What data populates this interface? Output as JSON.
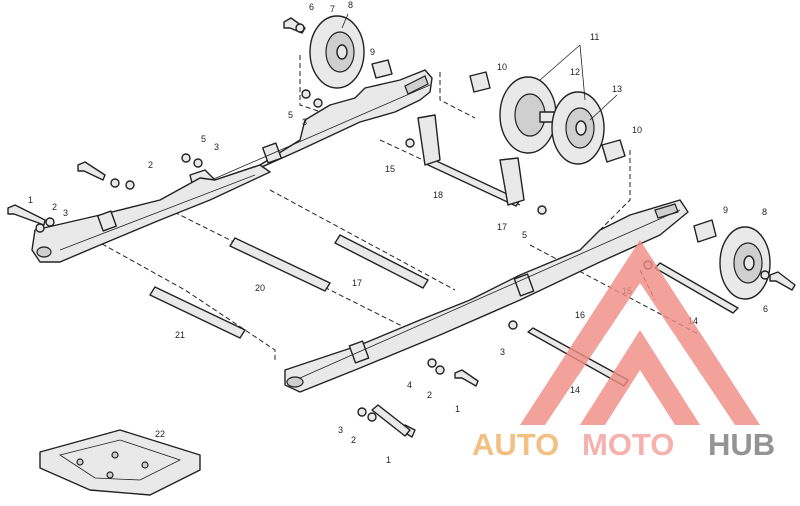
{
  "callouts": {
    "c1_a": "1",
    "c1_b": "1",
    "c1_c": "1",
    "c2_a": "2",
    "c2_b": "2",
    "c2_c": "2",
    "c2_d": "2",
    "c3_a": "3",
    "c3_b": "3",
    "c3_c": "3",
    "c3_d": "3",
    "c3_e": "3",
    "c4": "4",
    "c5_a": "5",
    "c5_b": "5",
    "c5_c": "5",
    "c6_a": "6",
    "c6_b": "6",
    "c7": "7",
    "c8_a": "8",
    "c8_b": "8",
    "c9_a": "9",
    "c9_b": "9",
    "c10_a": "10",
    "c10_b": "10",
    "c11": "11",
    "c12": "12",
    "c13": "13",
    "c14_a": "14",
    "c14_b": "14",
    "c15_a": "15",
    "c15_b": "15",
    "c16": "16",
    "c17_a": "17",
    "c17_b": "17",
    "c18": "18",
    "c20": "20",
    "c21": "21",
    "c22": "22"
  },
  "watermark": {
    "part1": "AUTO",
    "part2": "MOTO",
    "part3": "HUB",
    "color_triangle": "#f08d86",
    "color_auto": "#f1b36a",
    "color_moto": "#f2a09c",
    "color_hub": "#7d7d7d"
  }
}
